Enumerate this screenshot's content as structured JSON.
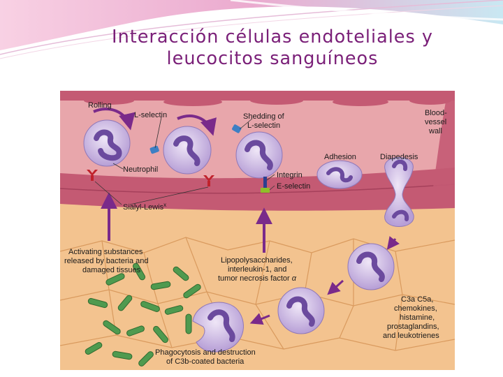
{
  "slide": {
    "title_line1": "Interacción células endoteliales y",
    "title_line2": "leucocitos sanguíneos"
  },
  "figure": {
    "labels": {
      "rolling": "Rolling",
      "l_selectin": "L-selectin",
      "shedding_1": "Shedding of",
      "shedding_2": "L-selectin",
      "blood_1": "Blood-",
      "blood_2": "vessel",
      "blood_3": "wall",
      "adhesion": "Adhesion",
      "diapedesis": "Diapedesis",
      "neutrophil": "Neutrophil",
      "integrin": "Integrin",
      "e_selectin": "E-selectin",
      "sialyl": "Sialyl-Lewis",
      "sialyl_sup": "x",
      "activating_1": "Activating substances",
      "activating_2": "released by bacteria and",
      "activating_3": "damaged tissues",
      "lps_1": "Lipopolysaccharides,",
      "lps_2": "interleukin-1, and",
      "lps_3": "tumor necrosis factor",
      "lps_alpha": "α",
      "c3a_1": "C3a  C5a,",
      "c3a_2": "chemokines,",
      "c3a_3": "histamine,",
      "c3a_4": "prostaglandins,",
      "c3a_5": "and leukotrienes",
      "phago_1": "Phagocytosis and destruction",
      "phago_2": "of C3b-coated bacteria"
    },
    "colors": {
      "title": "#7a1f78",
      "vessel_lumen": "#e8a6ab",
      "vessel_wall": "#c45a73",
      "tissue": "#f3c38f",
      "tissue_lines": "#d99a5e",
      "cell_body": "#c9b4e0",
      "nucleus": "#6b4a9e",
      "bacteria": "#4f9a4f",
      "arrow": "#7a2a8a"
    }
  }
}
